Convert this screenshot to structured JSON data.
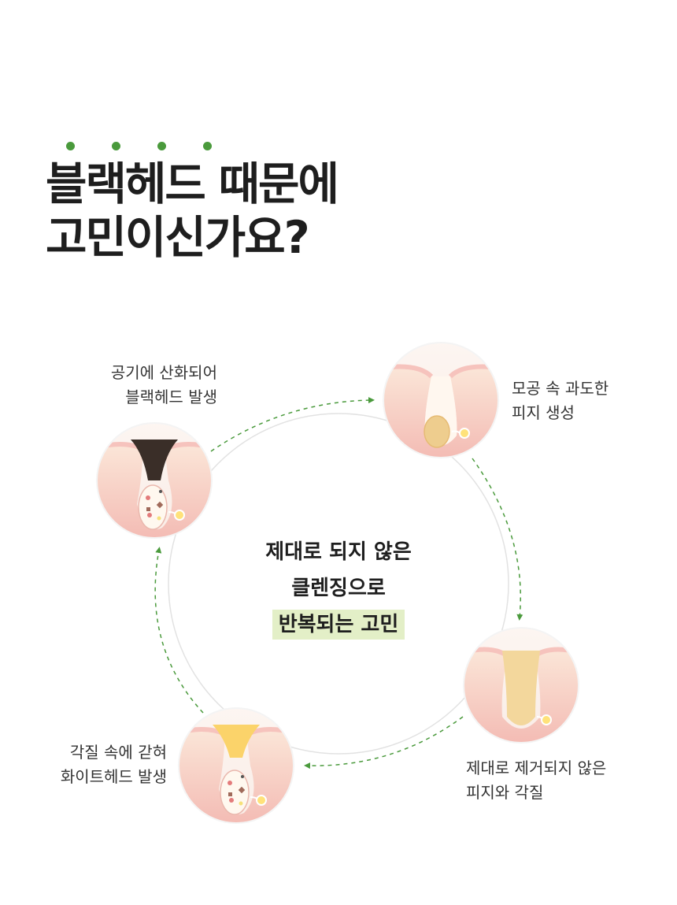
{
  "headline": {
    "line1": "블랙헤드 때문에",
    "line2": "고민이신가요?"
  },
  "accent_color": "#4a9a3c",
  "center": {
    "line1": "제대로 되지 않은",
    "line2": "클렌징으로",
    "line3": "반복되는 고민",
    "highlight_color": "#e3efc7"
  },
  "stages": [
    {
      "line1": "모공 속 과도한",
      "line2": "피지 생성",
      "icon": "pore-sebum-icon"
    },
    {
      "line1": "제대로 제거되지 않은",
      "line2": "피지와 각질",
      "icon": "pore-clogged-icon"
    },
    {
      "line1": "각질 속에 갇혀",
      "line2": "화이트헤드 발생",
      "icon": "pore-whitehead-icon"
    },
    {
      "line1": "공기에 산화되어",
      "line2": "블랙헤드 발생",
      "icon": "pore-blackhead-icon"
    }
  ]
}
